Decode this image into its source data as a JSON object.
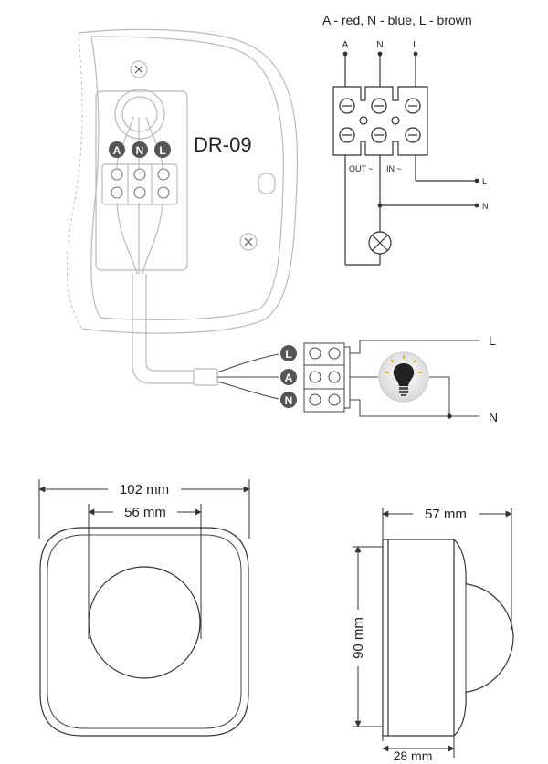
{
  "legend_text": "A - red, N - blue, L - brown",
  "model": "DR-09",
  "device_terminals": [
    "A",
    "N",
    "L"
  ],
  "schematic": {
    "top_labels": [
      "A",
      "N",
      "L"
    ],
    "out_label": "OUT ~",
    "in_label": "IN ~",
    "line_L": "L",
    "line_N": "N"
  },
  "wiring": {
    "terminals": [
      "L",
      "A",
      "N"
    ],
    "line_L": "L",
    "line_N": "N"
  },
  "dimensions": {
    "width_outer": "102 mm",
    "width_inner": "56 mm",
    "depth": "57 mm",
    "height": "90 mm",
    "base_depth": "28 mm"
  },
  "icons": {
    "screw": "x-screw-icon",
    "lamp": "lamp-cross-icon",
    "bulb": "light-bulb-icon"
  },
  "colors": {
    "terminal_badge": "#555555",
    "line": "#333333"
  }
}
